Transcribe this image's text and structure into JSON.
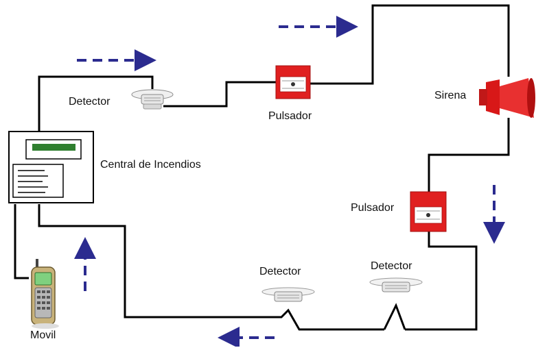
{
  "labels": {
    "detector_top": "Detector",
    "pulsador_top": "Pulsador",
    "sirena": "Sirena",
    "central": "Central de Incendios",
    "pulsador_right": "Pulsador",
    "detector_bottom_mid": "Detector",
    "detector_bottom_right": "Detector",
    "movil": "Movil"
  },
  "colors": {
    "wire": "#000000",
    "arrow": "#2b2b8f",
    "red_device": "#e02020",
    "lcd": "#2f7f2f"
  },
  "icons": {
    "detector": "smoke-detector-icon",
    "pulsador": "manual-call-point-icon",
    "sirena": "siren-horn-icon",
    "central": "fire-control-panel-icon",
    "movil": "mobile-phone-icon",
    "flow_arrow": "dashed-arrow-icon"
  }
}
